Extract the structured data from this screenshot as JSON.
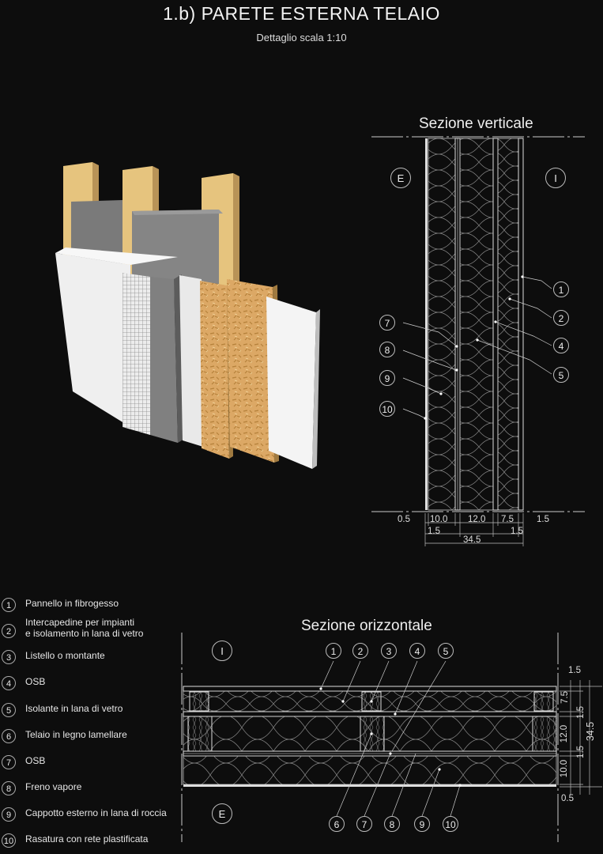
{
  "title": "1.b) PARETE ESTERNA TELAIO",
  "subtitle": "Dettaglio scala 1:10",
  "vertical_section": {
    "title": "Sezione verticale",
    "side_left": "E",
    "side_right": "I",
    "callouts_right": [
      "1",
      "2",
      "4",
      "5"
    ],
    "callouts_left": [
      "7",
      "8",
      "9",
      "10"
    ],
    "dims_top": [
      "0.5",
      "10.0",
      "12.0",
      "7.5",
      "1.5"
    ],
    "dims_bottom": [
      "1.5",
      "34.5",
      "1.5"
    ]
  },
  "horizontal_section": {
    "title": "Sezione orizzontale",
    "side_top": "I",
    "side_bottom": "E",
    "callouts_top": [
      "1",
      "2",
      "3",
      "4",
      "5"
    ],
    "callouts_bottom": [
      "6",
      "7",
      "8",
      "9",
      "10"
    ],
    "dims_right": [
      "1.5",
      "7.5",
      "1.5",
      "12.0",
      "1.5",
      "10.0",
      "0.5"
    ],
    "dim_total": "34.5"
  },
  "legend": [
    {
      "num": "1",
      "text": "Pannello in fibrogesso"
    },
    {
      "num": "2",
      "text": "Intercapedine per impianti",
      "text2": "e isolamento in lana di vetro"
    },
    {
      "num": "3",
      "text": "Listello o montante"
    },
    {
      "num": "4",
      "text": "OSB"
    },
    {
      "num": "5",
      "text": "Isolante in lana di vetro"
    },
    {
      "num": "6",
      "text": "Telaio in legno lamellare"
    },
    {
      "num": "7",
      "text": "OSB"
    },
    {
      "num": "8",
      "text": "Freno vapore"
    },
    {
      "num": "9",
      "text": "Cappotto esterno in lana di roccia"
    },
    {
      "num": "10",
      "text": "Rasatura con rete plastificata"
    }
  ],
  "colors": {
    "background": "#0d0d0d",
    "line": "#d8d8d8",
    "timber": "#e8c98a",
    "osb": "#d9a860",
    "gypsum": "#f2f2f2",
    "membrane": "#5a5a5a"
  }
}
